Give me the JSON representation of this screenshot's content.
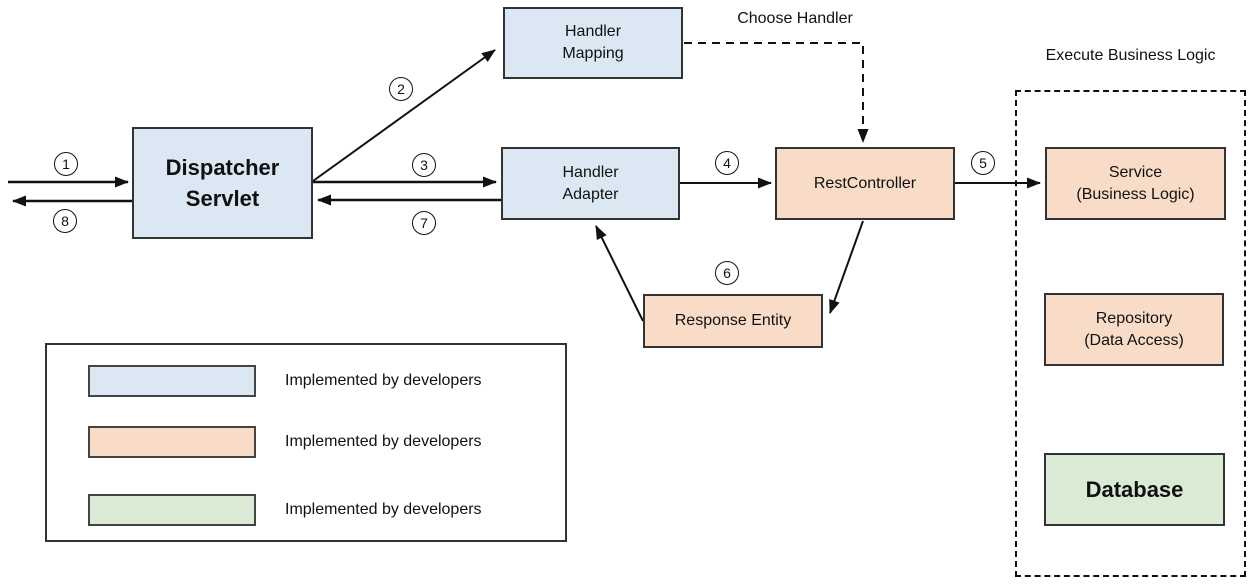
{
  "annotations": {
    "choose_handler": "Choose Handler",
    "execute_business_logic": "Execute Business Logic"
  },
  "colors": {
    "developer_blue": "#dbe8f4",
    "framework_orange": "#f9dcc7",
    "infra_green": "#dbead5"
  },
  "nodes": {
    "dispatcher_servlet": {
      "lines": [
        "Dispatcher",
        "Servlet"
      ]
    },
    "handler_mapping": {
      "lines": [
        "Handler",
        "Mapping"
      ]
    },
    "handler_adapter": {
      "lines": [
        "Handler",
        "Adapter"
      ]
    },
    "rest_controller": {
      "lines": [
        "RestController"
      ]
    },
    "response_entity": {
      "lines": [
        "Response Entity"
      ]
    },
    "service": {
      "lines": [
        "Service",
        "(Business Logic)"
      ]
    },
    "repository": {
      "lines": [
        "Repository",
        "(Data Access)"
      ]
    },
    "database": {
      "lines": [
        "Database"
      ]
    }
  },
  "steps": [
    "1",
    "2",
    "3",
    "4",
    "5",
    "6",
    "7",
    "8"
  ],
  "legend": {
    "items": [
      {
        "label": "Implemented by developers",
        "color": "#dbe8f4"
      },
      {
        "label": "Implemented by developers",
        "color": "#f9dcc7"
      },
      {
        "label": "Implemented by developers",
        "color": "#dbead5"
      }
    ]
  }
}
